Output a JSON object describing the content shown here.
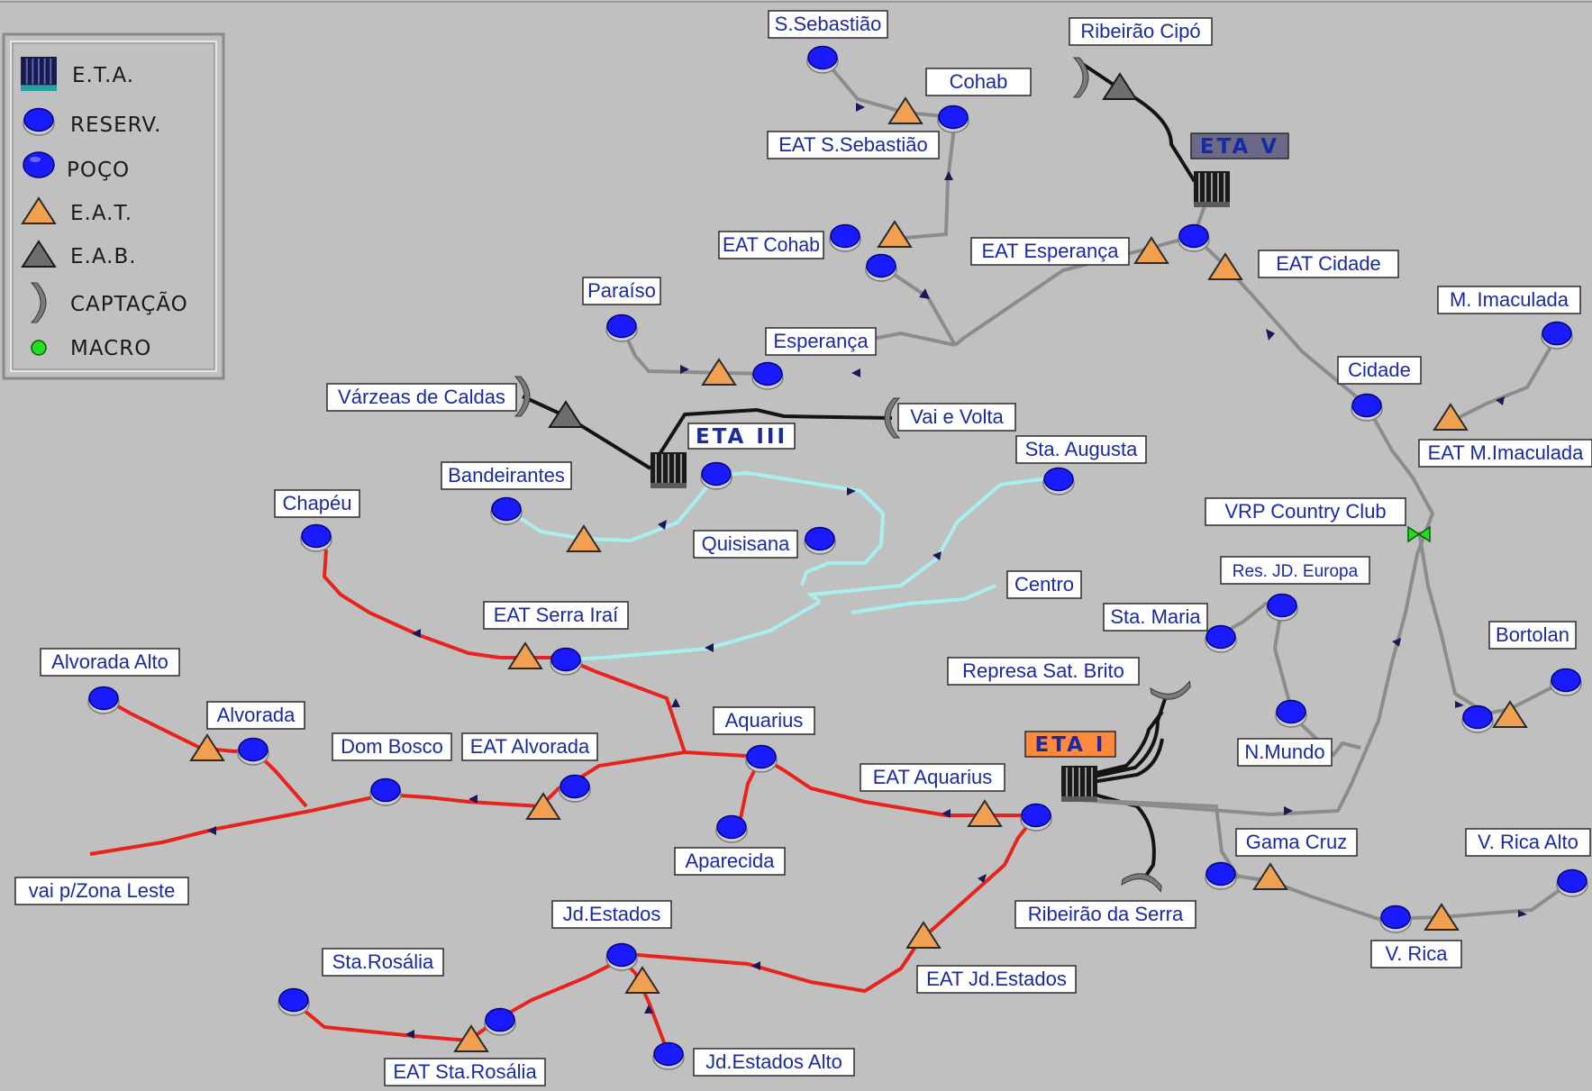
{
  "legend": {
    "items": [
      {
        "icon": "water-treatment-plant-icon",
        "label": "E.T.A."
      },
      {
        "icon": "reservoir-icon",
        "label": "RESERV."
      },
      {
        "icon": "well-icon",
        "label": "POÇO"
      },
      {
        "icon": "treated-water-pump-station-icon",
        "label": "E.A.T."
      },
      {
        "icon": "raw-water-pump-station-icon",
        "label": "E.A.B."
      },
      {
        "icon": "water-intake-icon",
        "label": "CAPTAÇÃO"
      },
      {
        "icon": "macro-meter-icon",
        "label": "MACRO"
      }
    ]
  },
  "plants": {
    "eta_v": "ETA V",
    "eta_iii": "ETA III",
    "eta_i": "ETA I"
  },
  "labels": {
    "s_sebastiao": "S.Sebastião",
    "ribeirao_cipo": "Ribeirão Cipó",
    "cohab": "Cohab",
    "eat_s_sebastiao": "EAT S.Sebastião",
    "eat_cohab": "EAT Cohab",
    "eat_esperanca": "EAT Esperança",
    "eat_cidade": "EAT Cidade",
    "paraiso": "Paraíso",
    "esperanca": "Esperança",
    "m_imaculada": "M. Imaculada",
    "cidade": "Cidade",
    "varzeas_de_caldas": "Várzeas de Caldas",
    "vai_e_volta": "Vai e Volta",
    "sta_augusta": "Sta. Augusta",
    "eat_m_imaculada": "EAT M.Imaculada",
    "bandeirantes": "Bandeirantes",
    "chapeu": "Chapéu",
    "vrp_country_club": "VRP Country Club",
    "quisisana": "Quisisana",
    "res_jd_europa": "Res. JD. Europa",
    "centro": "Centro",
    "eat_serra_irai": "EAT Serra Iraí",
    "sta_maria": "Sta. Maria",
    "bortolan": "Bortolan",
    "alvorada_alto": "Alvorada Alto",
    "represa_sat_brito": "Represa Sat. Brito",
    "alvorada": "Alvorada",
    "aquarius": "Aquarius",
    "dom_bosco": "Dom Bosco",
    "eat_alvorada": "EAT Alvorada",
    "n_mundo": "N.Mundo",
    "eat_aquarius": "EAT Aquarius",
    "gama_cruz": "Gama Cruz",
    "v_rica_alto": "V. Rica Alto",
    "aparecida": "Aparecida",
    "vai_p_zona_leste": "vai p/Zona Leste",
    "ribeirao_da_serra": "Ribeirão da Serra",
    "jd_estados": "Jd.Estados",
    "v_rica": "V. Rica",
    "sta_rosalia": "Sta.Rosália",
    "eat_jd_estados": "EAT Jd.Estados",
    "jd_estados_alto": "Jd.Estados Alto",
    "eat_sta_rosalia": "EAT Sta.Rosália"
  },
  "colors": {
    "background": "#c0c0c0",
    "reservoir": "#1a1aff",
    "eat_triangle": "#f0a050",
    "eab_triangle": "#6e6e6e",
    "pipe_red": "#e8231e",
    "pipe_cyan": "#a8f0f0",
    "pipe_gray": "#8c8c8c",
    "pipe_black": "#141414",
    "label_text": "#1a2aa0",
    "eta_i_box": "#ff8a3c",
    "eta_iii_box": "#ffffff",
    "eta_v_box": "#6a6a88"
  }
}
